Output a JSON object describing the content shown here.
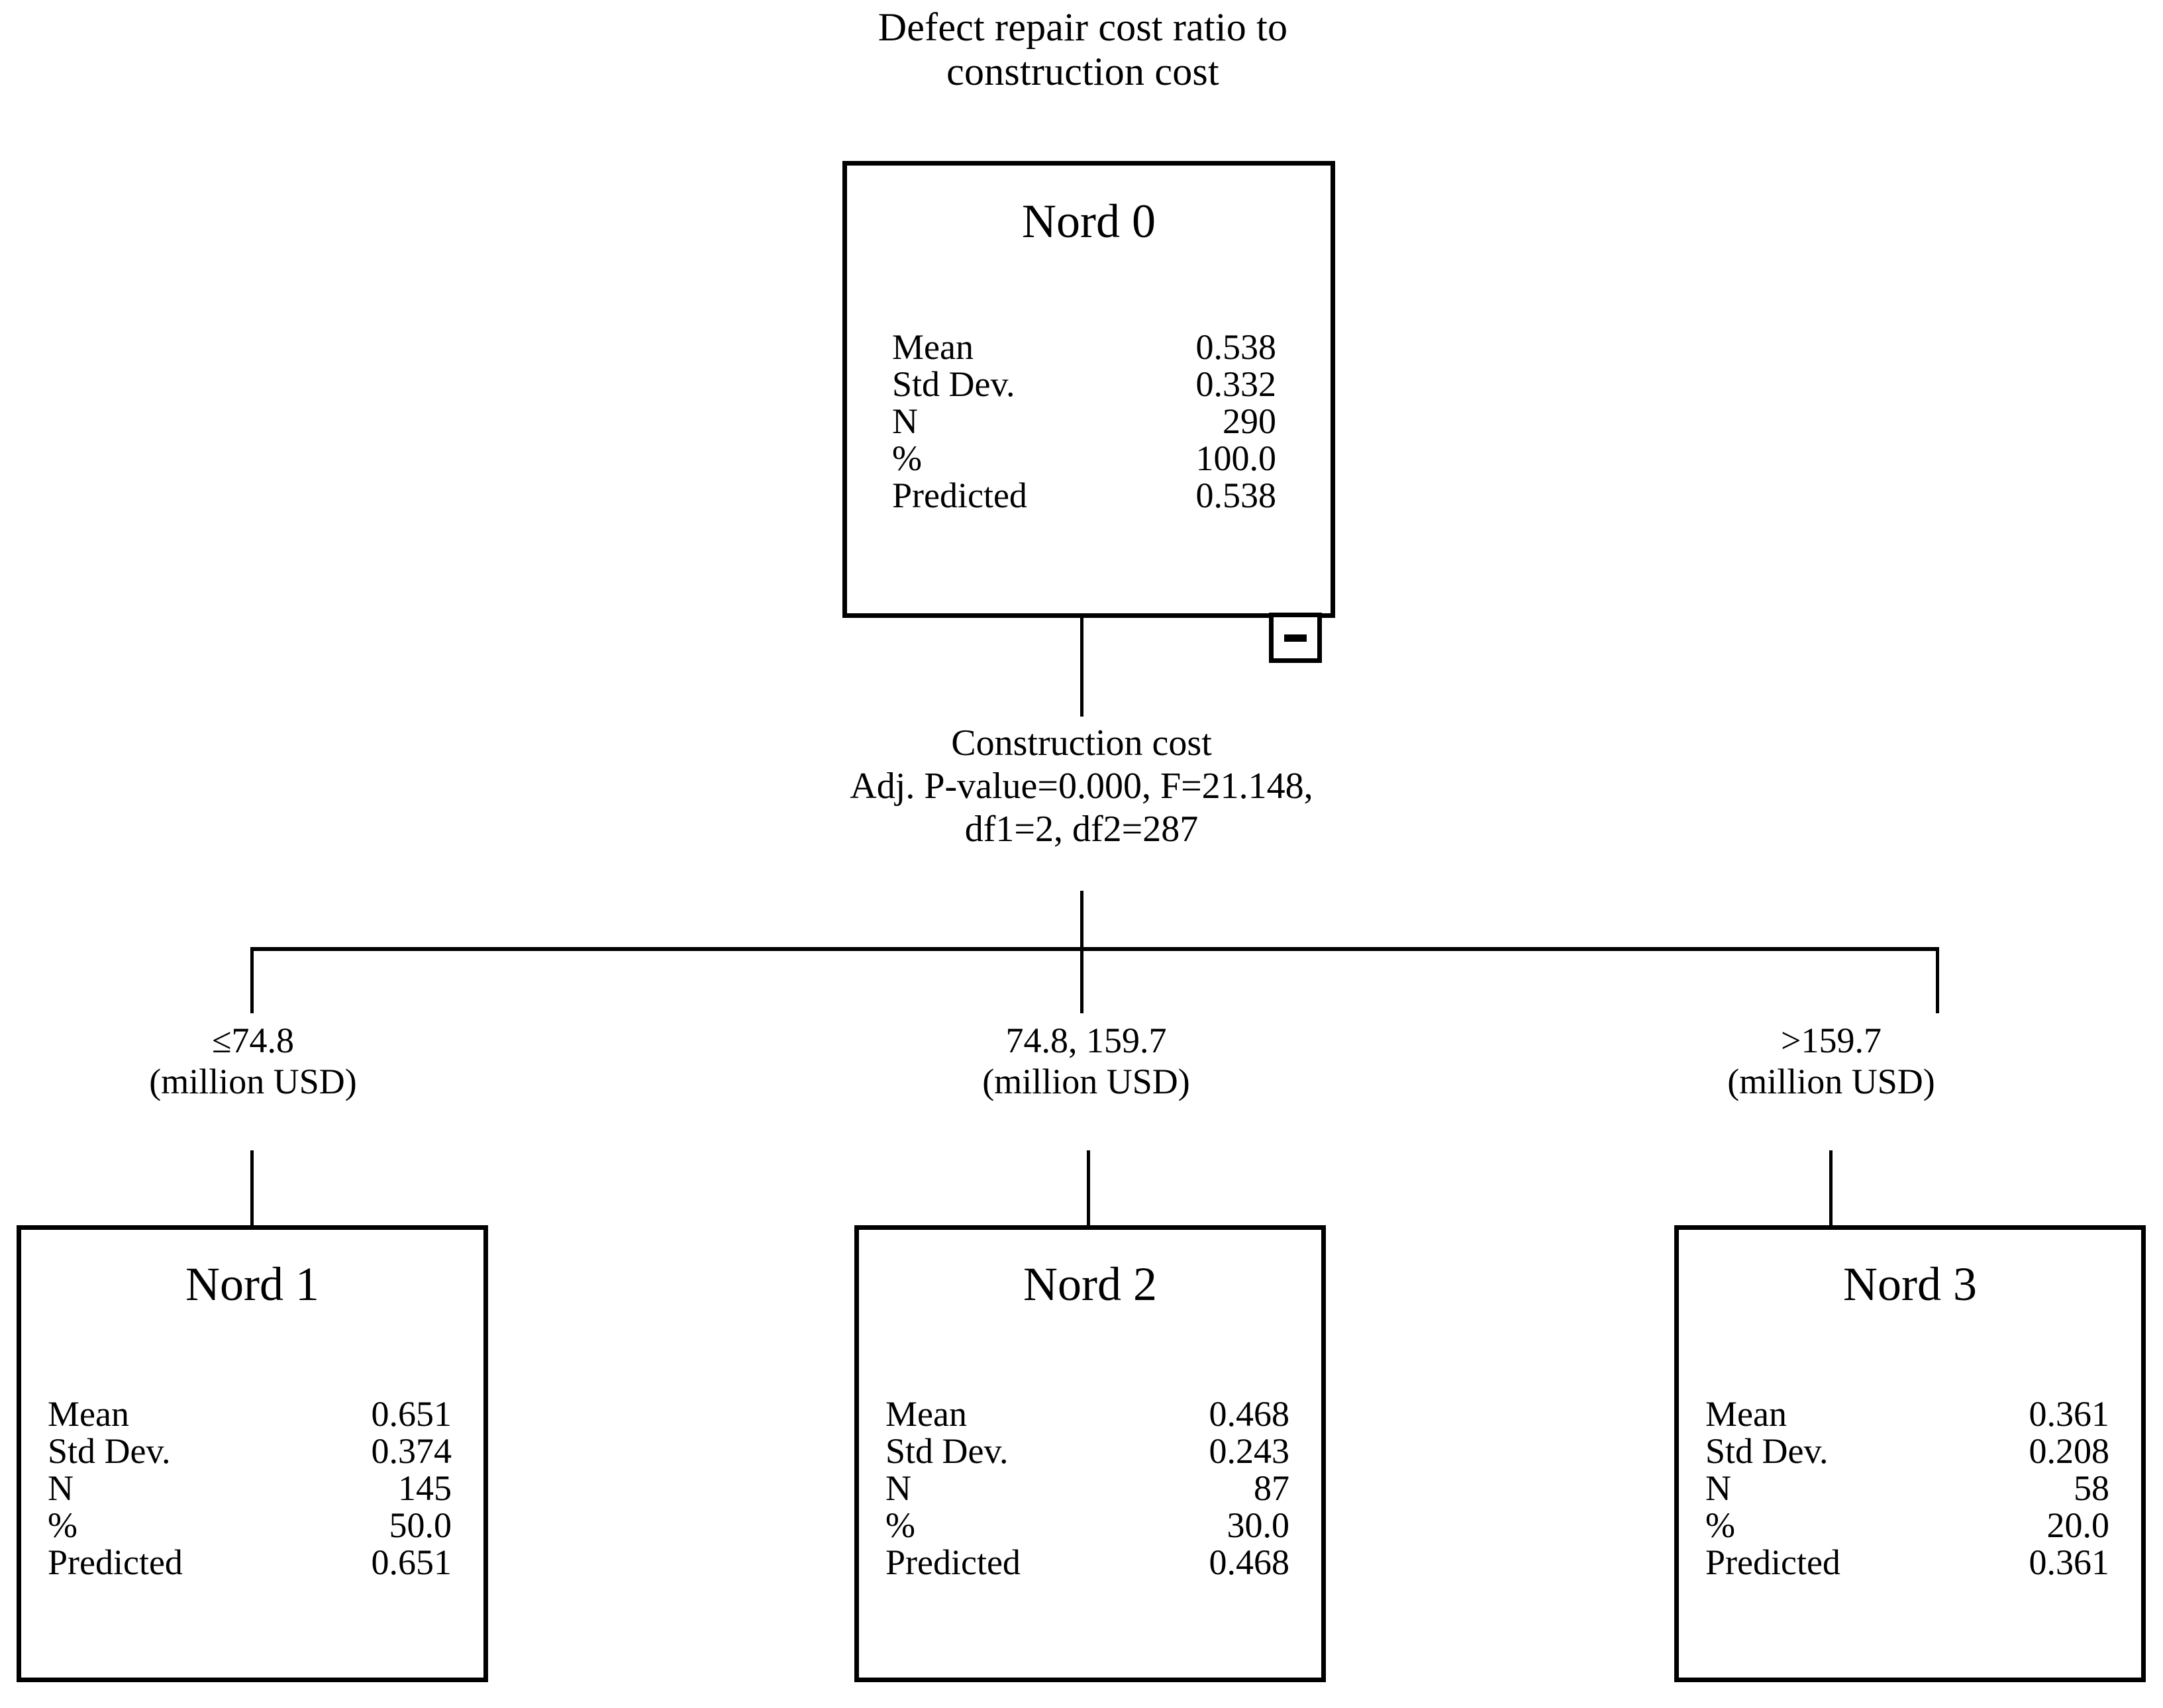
{
  "chart_data": {
    "type": "diagram",
    "diagram_kind": "chaid-regression-decision-tree",
    "title": "Defect repair cost ratio to construction cost",
    "title_lines": [
      "Defect repair cost ratio to",
      "construction cost"
    ],
    "dependent_variable": "Defect repair cost ratio to construction cost",
    "stat_labels": [
      "Mean",
      "Std Dev.",
      "N",
      "%",
      "Predicted"
    ],
    "nodes": [
      {
        "id": "node0",
        "title": "Nord 0",
        "mean": "0.538",
        "std_dev": "0.332",
        "n": "290",
        "percent": "100.0",
        "predicted": "0.538",
        "is_root": true,
        "collapse_control": "-"
      },
      {
        "id": "node1",
        "title": "Nord 1",
        "mean": "0.651",
        "std_dev": "0.374",
        "n": "145",
        "percent": "50.0",
        "predicted": "0.651",
        "is_root": false
      },
      {
        "id": "node2",
        "title": "Nord 2",
        "mean": "0.468",
        "std_dev": "0.243",
        "n": "87",
        "percent": "30.0",
        "predicted": "0.468",
        "is_root": false
      },
      {
        "id": "node3",
        "title": "Nord 3",
        "mean": "0.361",
        "std_dev": "0.208",
        "n": "58",
        "percent": "20.0",
        "predicted": "0.361",
        "is_root": false
      }
    ],
    "split": {
      "variable": "Construction cost",
      "stats_line": "Adj. P-value=0.000, F=21.148,",
      "df_line": "df1=2, df2=287",
      "adj_p_value": "0.000",
      "F": "21.148",
      "df1": "2",
      "df2": "287",
      "lines": [
        "Construction cost",
        "Adj. P-value=0.000, F=21.148,",
        "df1=2, df2=287"
      ]
    },
    "branches": [
      {
        "condition": "≤74.8",
        "unit": "(million USD)",
        "target_node": "Nord 1"
      },
      {
        "condition": "74.8, 159.7",
        "unit": "(million USD)",
        "target_node": "Nord 2"
      },
      {
        "condition": ">159.7",
        "unit": "(million USD)",
        "target_node": "Nord 3"
      }
    ],
    "colors": {
      "line": "#000000",
      "text": "#000000",
      "background": "#ffffff"
    }
  }
}
